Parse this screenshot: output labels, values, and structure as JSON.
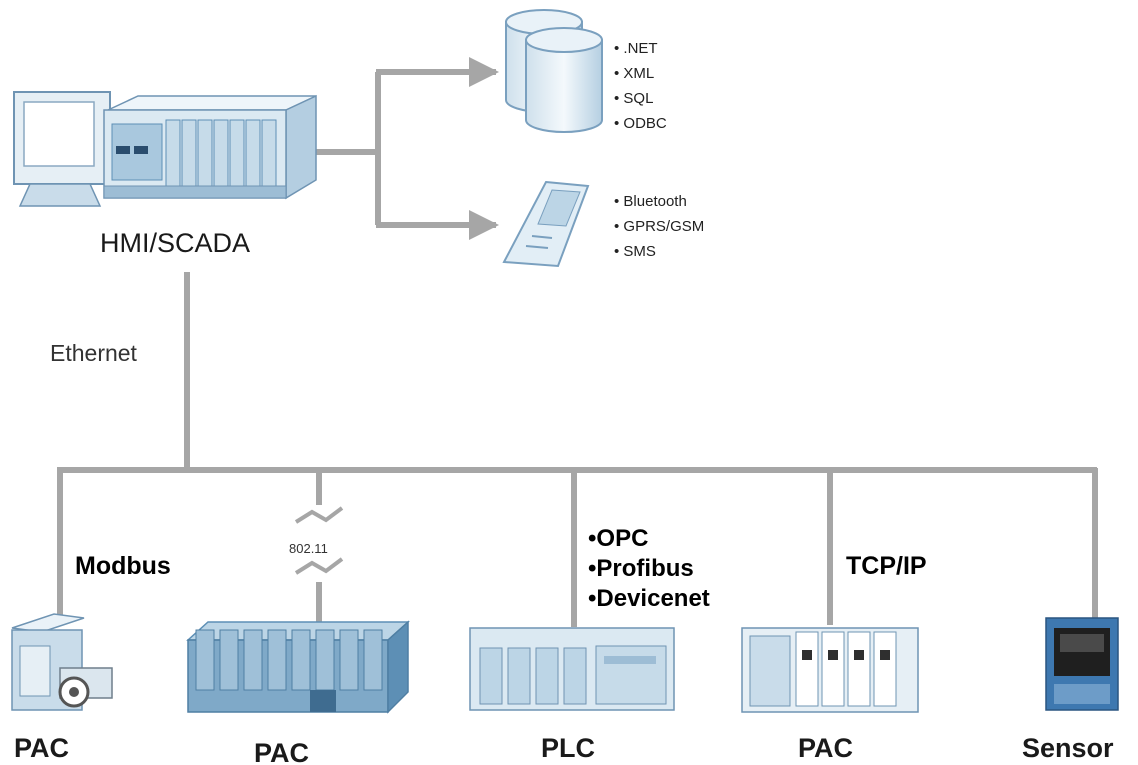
{
  "nodes": {
    "hmi": "HMI/SCADA",
    "pac1": "PAC",
    "pac2": "PAC",
    "plc": "PLC",
    "pac3": "PAC",
    "sensor": "Sensor"
  },
  "network": {
    "ethernet": "Ethernet",
    "modbus": "Modbus",
    "wireless": "802.11",
    "tcpip": "TCP/IP"
  },
  "database_protocols": [
    "• .NET",
    "• XML",
    "• SQL",
    "• ODBC"
  ],
  "mobile_protocols": [
    "• Bluetooth",
    "• GPRS/GSM",
    "• SMS"
  ],
  "plc_protocols": [
    "•OPC",
    "•Profibus",
    "•Devicenet"
  ],
  "colors": {
    "line": "#a6a6a6",
    "device_light": "#dbe9f2",
    "device_mid": "#a9c8de",
    "device_dark": "#5d8fb5"
  }
}
